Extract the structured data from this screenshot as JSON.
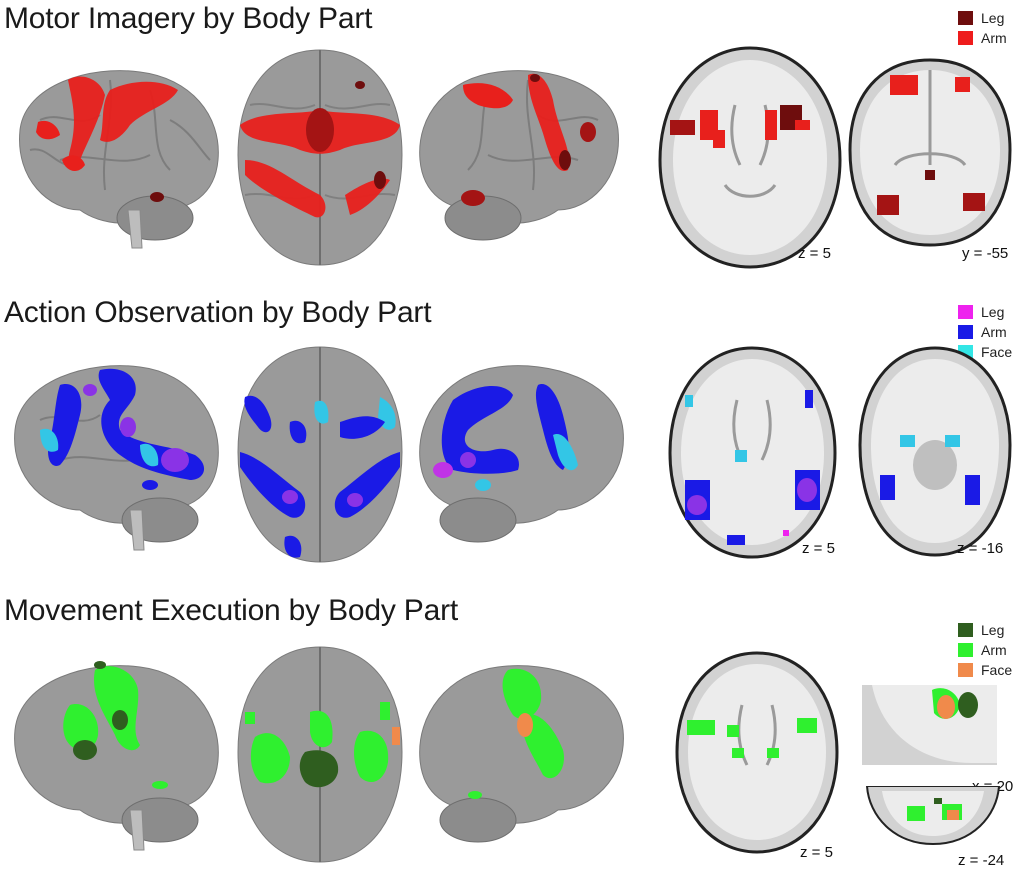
{
  "figure": {
    "panels": [
      {
        "id": "motor-imagery",
        "title": "Motor Imagery by Body Part",
        "legend": [
          {
            "label": "Leg",
            "color": "#6e0d0d"
          },
          {
            "label": "Arm",
            "color": "#ee1c1c"
          }
        ],
        "slice_labels": [
          "z = 5",
          "y = -55"
        ]
      },
      {
        "id": "action-observation",
        "title": "Action Observation by Body Part",
        "legend": [
          {
            "label": "Leg",
            "color": "#ee22ee"
          },
          {
            "label": "Arm",
            "color": "#1a1ae6"
          },
          {
            "label": "Face",
            "color": "#33e6e6"
          }
        ],
        "slice_labels": [
          "z = 5",
          "z = -16"
        ]
      },
      {
        "id": "movement-execution",
        "title": "Movement Execution by Body Part",
        "legend": [
          {
            "label": "Leg",
            "color": "#2f5e1f"
          },
          {
            "label": "Arm",
            "color": "#2ff02f"
          },
          {
            "label": "Face",
            "color": "#f08a4b"
          }
        ],
        "slice_labels": [
          "z = 5",
          "x = 20",
          "z = -24"
        ]
      }
    ]
  }
}
